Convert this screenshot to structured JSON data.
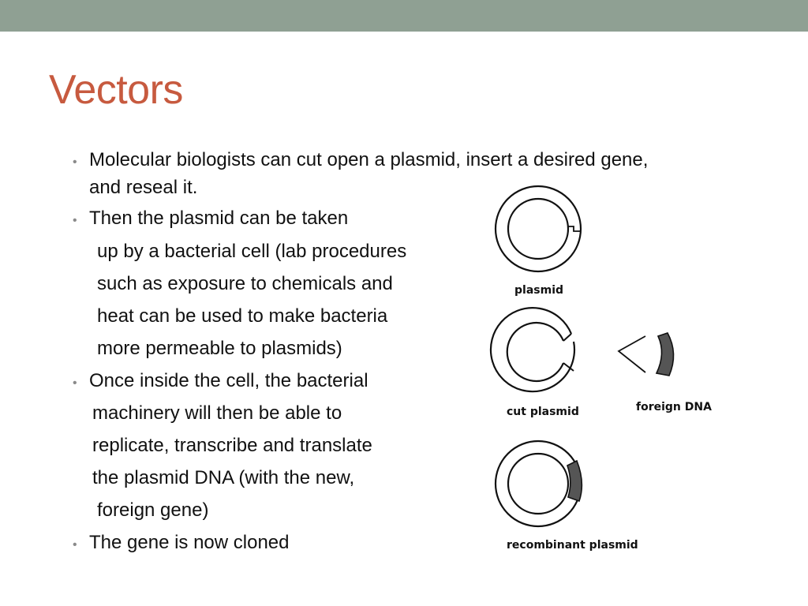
{
  "slide": {
    "title": "Vectors",
    "lines": [
      "Molecular biologists can cut open a plasmid, insert a desired gene,",
      "and reseal it.",
      "Then the plasmid can be taken",
      "up by a bacterial cell (lab procedures",
      "such as exposure to chemicals and",
      "heat can be used to make bacteria",
      "more permeable to plasmids)",
      "Once inside the cell, the bacterial",
      "machinery will then be able to",
      "replicate, transcribe and translate",
      "the plasmid DNA (with the new,",
      "foreign gene)",
      "The gene is now cloned"
    ],
    "bullet_char": "•"
  },
  "diagram": {
    "labels": {
      "plasmid": "plasmid",
      "cut_plasmid": "cut plasmid",
      "foreign_dna": "foreign DNA",
      "recombinant_plasmid": "recombinant plasmid"
    }
  },
  "colors": {
    "top_bar": "#8fa093",
    "title": "#c75a3f",
    "bullet": "#8a8a8a",
    "insert_fill": "#555555"
  }
}
